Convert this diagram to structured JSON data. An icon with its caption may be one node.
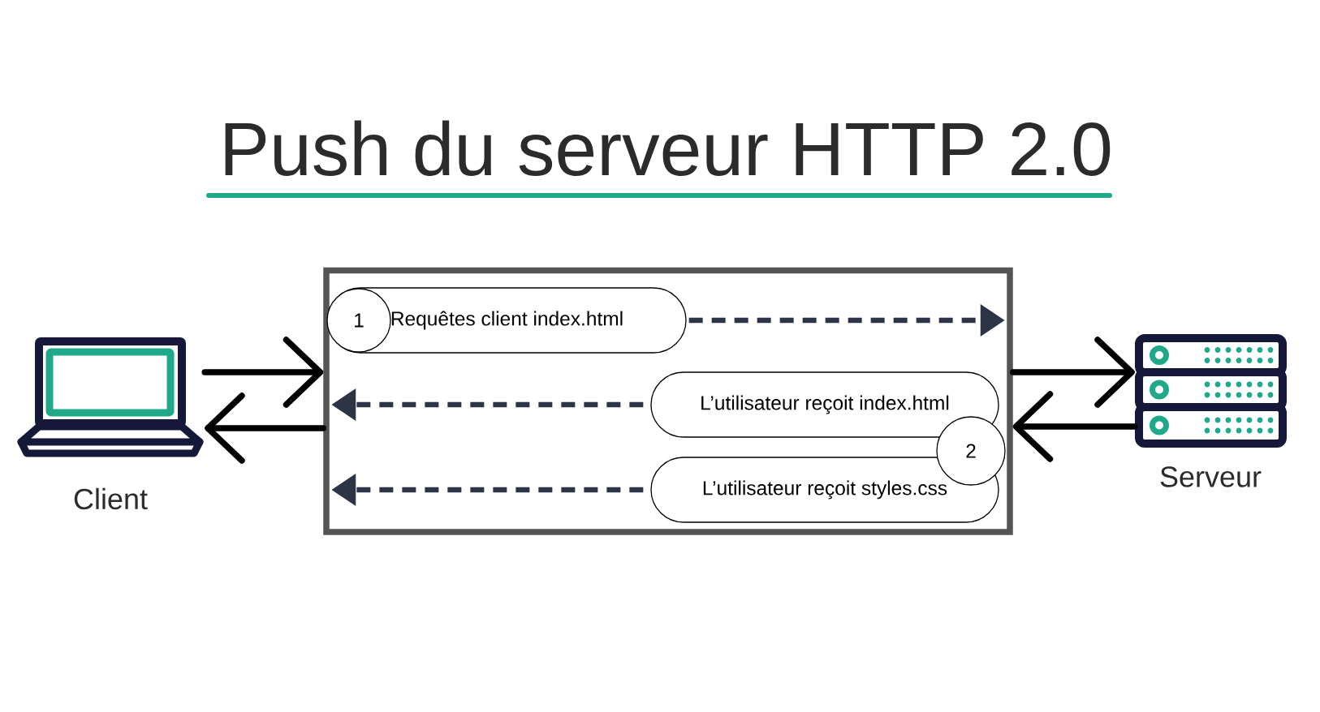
{
  "diagram": {
    "title": "Push du serveur HTTP 2.0",
    "nodes": [
      {
        "text": [],
        "shape": "picture",
        "beside": [
          "Client"
        ]
      },
      {
        "text": [],
        "shape": "box"
      },
      {
        "text": [
          "Requêtes client index.html"
        ],
        "in": 1
      },
      {
        "text": [
          "1"
        ],
        "in": 2
      },
      {
        "text": [
          "L’utilisateur reçoit index.html"
        ],
        "in": 1
      },
      {
        "text": [
          "2"
        ],
        "in": 1
      },
      {
        "text": [
          "L’utilisateur reçoit styles.css"
        ],
        "in": 1
      },
      {
        "text": [],
        "shape": "picture",
        "beside": [
          "Serveur"
        ]
      }
    ],
    "edges": [
      {
        "from": 0,
        "to": 1,
        "arrow": "to"
      },
      {
        "from": 1,
        "to": 0,
        "arrow": "to"
      },
      {
        "from": 1,
        "to": 7,
        "arrow": "to"
      },
      {
        "from": 7,
        "to": 1,
        "arrow": "to"
      },
      {
        "from": 2,
        "to": 1,
        "arrow": "to",
        "style": "dashed",
        "color": "#2d3446"
      },
      {
        "from": 4,
        "to": 1,
        "arrow": "to",
        "style": "dashed",
        "color": "#2d3446"
      },
      {
        "from": 6,
        "to": 1,
        "arrow": "to",
        "style": "dashed",
        "color": "#2d3446"
      }
    ]
  }
}
